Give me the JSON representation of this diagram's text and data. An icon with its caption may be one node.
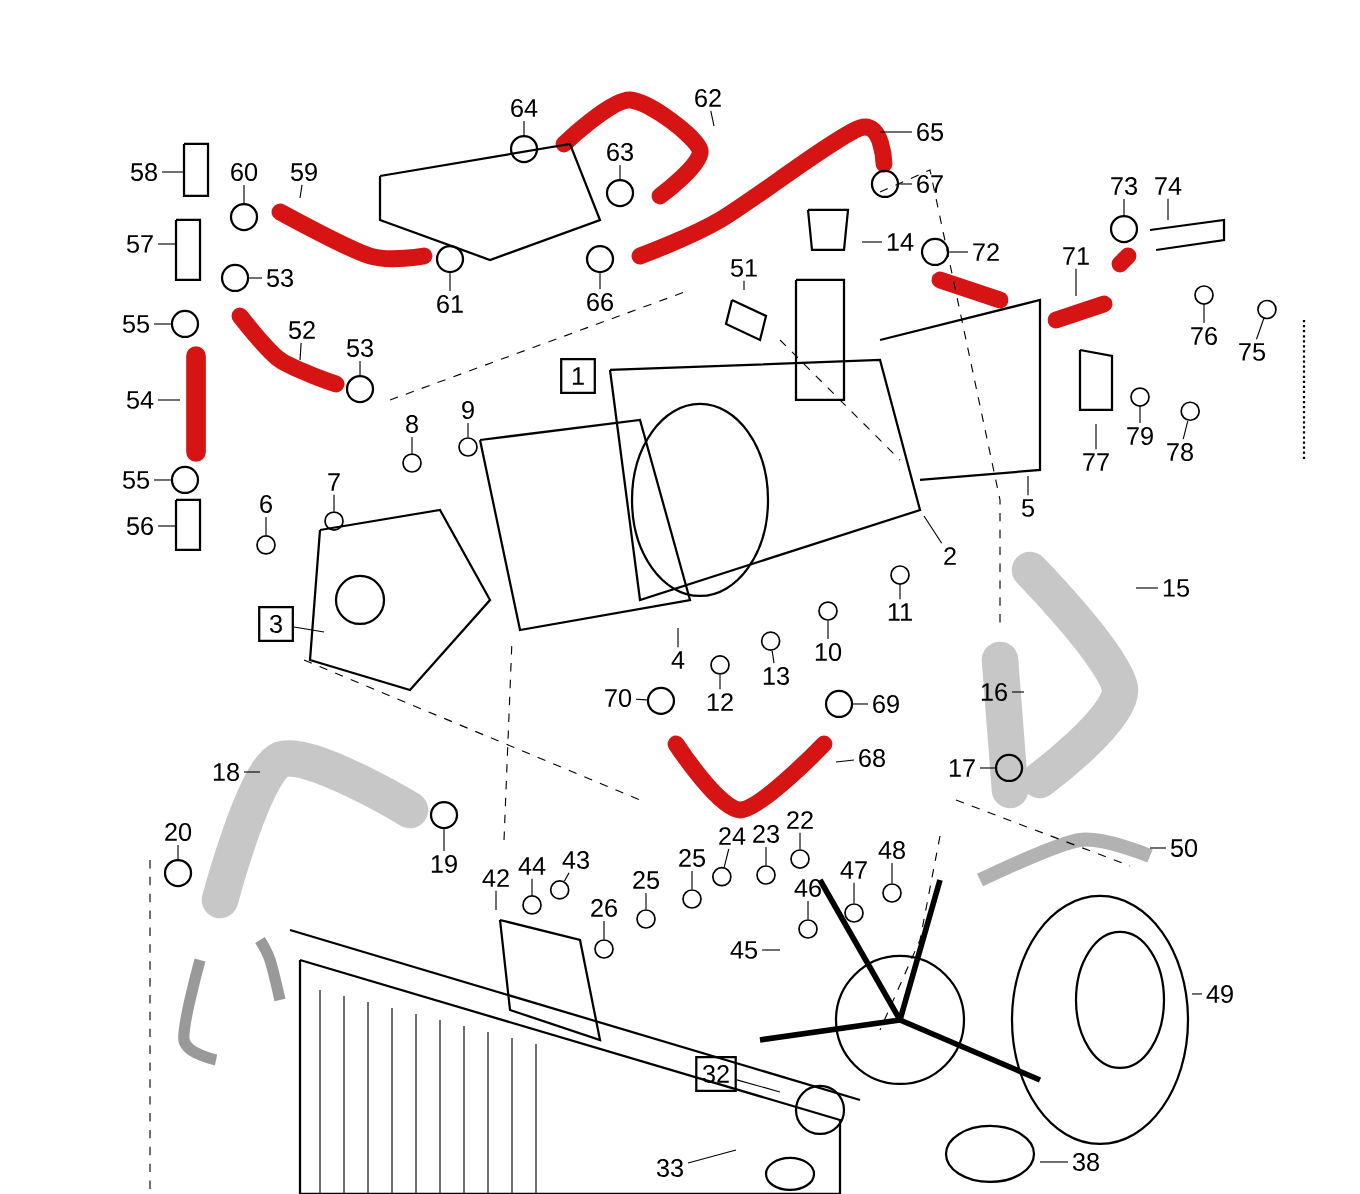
{
  "diagram": {
    "nodes": [
      {
        "text": [
          "58"
        ]
      },
      {
        "text": [
          "60"
        ]
      },
      {
        "text": [
          "59"
        ]
      },
      {
        "text": [
          "64"
        ]
      },
      {
        "text": [
          "62"
        ]
      },
      {
        "text": [
          "65"
        ]
      },
      {
        "text": [
          "67"
        ]
      },
      {
        "text": [
          "57"
        ]
      },
      {
        "text": [
          "53"
        ]
      },
      {
        "text": [
          "61"
        ]
      },
      {
        "text": [
          "63"
        ]
      },
      {
        "text": [
          "66"
        ]
      },
      {
        "text": [
          "14"
        ]
      },
      {
        "text": [
          "72"
        ]
      },
      {
        "text": [
          "73"
        ]
      },
      {
        "text": [
          "74"
        ]
      },
      {
        "text": [
          "55"
        ]
      },
      {
        "text": [
          "52"
        ]
      },
      {
        "text": [
          "53"
        ]
      },
      {
        "text": [
          "51"
        ]
      },
      {
        "text": [
          "71"
        ]
      },
      {
        "text": [
          "76"
        ]
      },
      {
        "text": [
          "75"
        ]
      },
      {
        "text": [
          "54"
        ]
      },
      {
        "text": [
          "1"
        ]
      },
      {
        "text": [
          "8"
        ]
      },
      {
        "text": [
          "9"
        ]
      },
      {
        "text": [
          "77"
        ]
      },
      {
        "text": [
          "79"
        ]
      },
      {
        "text": [
          "78"
        ]
      },
      {
        "text": [
          "5"
        ]
      },
      {
        "text": [
          "55"
        ]
      },
      {
        "text": [
          "7"
        ]
      },
      {
        "text": [
          "56"
        ]
      },
      {
        "text": [
          "6"
        ]
      },
      {
        "text": [
          "2"
        ]
      },
      {
        "text": [
          "15"
        ]
      },
      {
        "text": [
          "3"
        ]
      },
      {
        "text": [
          "11"
        ]
      },
      {
        "text": [
          "4"
        ]
      },
      {
        "text": [
          "10"
        ]
      },
      {
        "text": [
          "16"
        ]
      },
      {
        "text": [
          "70"
        ]
      },
      {
        "text": [
          "12"
        ]
      },
      {
        "text": [
          "13"
        ]
      },
      {
        "text": [
          "69"
        ]
      },
      {
        "text": [
          "68"
        ]
      },
      {
        "text": [
          "18"
        ]
      },
      {
        "text": [
          "17"
        ]
      },
      {
        "text": [
          "19"
        ]
      },
      {
        "text": [
          "43"
        ]
      },
      {
        "text": [
          "20"
        ]
      },
      {
        "text": [
          "44"
        ]
      },
      {
        "text": [
          "22"
        ]
      },
      {
        "text": [
          "23"
        ]
      },
      {
        "text": [
          "24"
        ]
      },
      {
        "text": [
          "25"
        ]
      },
      {
        "text": [
          "25"
        ]
      },
      {
        "text": [
          "46"
        ]
      },
      {
        "text": [
          "47"
        ]
      },
      {
        "text": [
          "48"
        ]
      },
      {
        "text": [
          "50"
        ]
      },
      {
        "text": [
          "42"
        ]
      },
      {
        "text": [
          "26"
        ]
      },
      {
        "text": [
          "45"
        ]
      },
      {
        "text": [
          "49"
        ]
      },
      {
        "text": [
          "32"
        ]
      },
      {
        "text": [
          "33"
        ]
      },
      {
        "text": [
          "38"
        ]
      },
      {
        "text": [],
        "shape": "circle"
      },
      {
        "text": [],
        "shape": "circle"
      },
      {
        "text": [],
        "shape": "circle"
      },
      {
        "text": [],
        "shape": "circle"
      },
      {
        "text": [],
        "shape": "circle"
      },
      {
        "text": [],
        "shape": "circle"
      },
      {
        "text": [],
        "shape": "circle"
      },
      {
        "text": [],
        "shape": "circle"
      },
      {
        "text": [],
        "shape": "circle"
      },
      {
        "text": [],
        "shape": "circle"
      },
      {
        "text": [],
        "shape": "circle"
      },
      {
        "text": [],
        "shape": "circle"
      },
      {
        "text": [],
        "shape": "circle"
      },
      {
        "text": [],
        "shape": "circle"
      },
      {
        "text": [],
        "shape": "circle"
      },
      {
        "text": [],
        "shape": "circle"
      },
      {
        "text": [],
        "shape": "circle"
      },
      {
        "text": [],
        "shape": "circle"
      },
      {
        "text": [],
        "shape": "circle"
      },
      {
        "text": [],
        "shape": "circle"
      },
      {
        "text": [],
        "shape": "circle"
      },
      {
        "text": [],
        "shape": "circle"
      },
      {
        "text": [],
        "shape": "circle"
      },
      {
        "text": [],
        "shape": "circle"
      },
      {
        "text": [],
        "shape": "circle"
      },
      {
        "text": [],
        "shape": "circle"
      },
      {
        "text": [],
        "shape": "circle"
      },
      {
        "text": [],
        "shape": "circle"
      },
      {
        "text": [],
        "shape": "circle"
      },
      {
        "text": [],
        "shape": "circle"
      },
      {
        "text": [],
        "shape": "circle"
      },
      {
        "text": [],
        "shape": "circle"
      },
      {
        "text": [],
        "shape": "circle"
      },
      {
        "text": [],
        "shape": "circle"
      },
      {
        "text": [],
        "shape": "circle"
      },
      {
        "text": [],
        "shape": "circle"
      },
      {
        "text": [],
        "shape": "circle"
      },
      {
        "text": [],
        "shape": "circle"
      },
      {
        "text": [],
        "shape": "circle"
      },
      {
        "text": [],
        "shape": "circle"
      }
    ],
    "edges": [
      {
        "from": 0,
        "to": null,
        "arrow": "none"
      },
      {
        "from": 1,
        "to": 69,
        "arrow": "none"
      },
      {
        "from": 2,
        "to": null,
        "arrow": "none"
      },
      {
        "from": 3,
        "to": 70,
        "arrow": "none"
      },
      {
        "from": 4,
        "to": null,
        "arrow": "none"
      },
      {
        "from": 5,
        "to": null,
        "arrow": "none"
      },
      {
        "from": 6,
        "to": 71,
        "arrow": "none"
      },
      {
        "from": 7,
        "to": null,
        "arrow": "none"
      },
      {
        "from": 8,
        "to": 72,
        "arrow": "none"
      },
      {
        "from": 9,
        "to": 73,
        "arrow": "none"
      },
      {
        "from": 10,
        "to": 74,
        "arrow": "none"
      },
      {
        "from": 11,
        "to": 75,
        "arrow": "none"
      },
      {
        "from": 12,
        "to": null,
        "arrow": "none"
      },
      {
        "from": 13,
        "to": 76,
        "arrow": "none"
      },
      {
        "from": 14,
        "to": 77,
        "arrow": "none"
      },
      {
        "from": 15,
        "to": null,
        "arrow": "none"
      },
      {
        "from": 16,
        "to": 78,
        "arrow": "none"
      },
      {
        "from": 17,
        "to": null,
        "arrow": "none"
      },
      {
        "from": 18,
        "to": 79,
        "arrow": "none"
      },
      {
        "from": 19,
        "to": null,
        "arrow": "none"
      },
      {
        "from": 20,
        "to": null,
        "arrow": "none"
      },
      {
        "from": 21,
        "to": 80,
        "arrow": "none"
      },
      {
        "from": 22,
        "to": 81,
        "arrow": "none"
      },
      {
        "from": 23,
        "to": null,
        "arrow": "none"
      },
      {
        "from": 25,
        "to": 82,
        "arrow": "none"
      },
      {
        "from": 26,
        "to": 83,
        "arrow": "none"
      },
      {
        "from": 27,
        "to": null,
        "arrow": "none"
      },
      {
        "from": 28,
        "to": 84,
        "arrow": "none"
      },
      {
        "from": 29,
        "to": 85,
        "arrow": "none"
      },
      {
        "from": 30,
        "to": null,
        "arrow": "none"
      },
      {
        "from": 31,
        "to": 86,
        "arrow": "none"
      },
      {
        "from": 32,
        "to": 87,
        "arrow": "none"
      },
      {
        "from": 33,
        "to": null,
        "arrow": "none"
      },
      {
        "from": 34,
        "to": 88,
        "arrow": "none"
      },
      {
        "from": 35,
        "to": null,
        "arrow": "none"
      },
      {
        "from": 36,
        "to": null,
        "arrow": "none"
      },
      {
        "from": 37,
        "to": null,
        "arrow": "none"
      },
      {
        "from": 38,
        "to": 89,
        "arrow": "none"
      },
      {
        "from": 39,
        "to": null,
        "arrow": "none"
      },
      {
        "from": 40,
        "to": 90,
        "arrow": "none"
      },
      {
        "from": 41,
        "to": null,
        "arrow": "none"
      },
      {
        "from": 42,
        "to": 91,
        "arrow": "none"
      },
      {
        "from": 43,
        "to": 92,
        "arrow": "none"
      },
      {
        "from": 44,
        "to": 93,
        "arrow": "none"
      },
      {
        "from": 45,
        "to": 94,
        "arrow": "none"
      },
      {
        "from": 46,
        "to": null,
        "arrow": "none"
      },
      {
        "from": 47,
        "to": null,
        "arrow": "none"
      },
      {
        "from": 48,
        "to": 95,
        "arrow": "none"
      },
      {
        "from": 49,
        "to": 96,
        "arrow": "none"
      },
      {
        "from": 50,
        "to": 97,
        "arrow": "none"
      },
      {
        "from": 51,
        "to": 98,
        "arrow": "none"
      },
      {
        "from": 52,
        "to": 99,
        "arrow": "none"
      },
      {
        "from": 53,
        "to": 100,
        "arrow": "none"
      },
      {
        "from": 54,
        "to": 101,
        "arrow": "none"
      },
      {
        "from": 55,
        "to": 102,
        "arrow": "none"
      },
      {
        "from": 56,
        "to": 103,
        "arrow": "none"
      },
      {
        "from": 57,
        "to": 104,
        "arrow": "none"
      },
      {
        "from": 58,
        "to": 105,
        "arrow": "none"
      },
      {
        "from": 59,
        "to": 106,
        "arrow": "none"
      },
      {
        "from": 60,
        "to": 107,
        "arrow": "none"
      },
      {
        "from": 61,
        "to": null,
        "arrow": "none"
      },
      {
        "from": 62,
        "to": null,
        "arrow": "none"
      },
      {
        "from": 63,
        "to": 108,
        "arrow": "none"
      },
      {
        "from": 64,
        "to": null,
        "arrow": "none"
      },
      {
        "from": 65,
        "to": null,
        "arrow": "none"
      },
      {
        "from": 66,
        "to": null,
        "arrow": "none"
      },
      {
        "from": 67,
        "to": null,
        "arrow": "none"
      },
      {
        "from": 68,
        "to": null,
        "arrow": "none"
      }
    ]
  }
}
